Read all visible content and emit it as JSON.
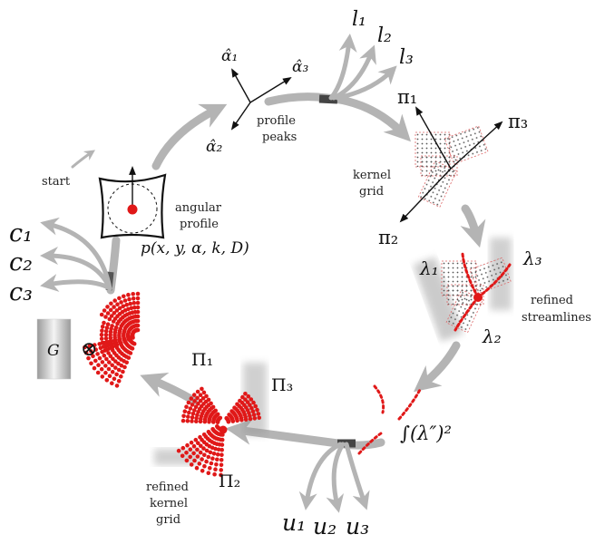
{
  "labels": {
    "start": "start",
    "angular_profile_l1": "angular",
    "angular_profile_l2": "profile",
    "profile_eq": "p(x, y, α, k, D)",
    "profile_peaks_l1": "profile",
    "profile_peaks_l2": "peaks",
    "kernel_grid_l1": "kernel",
    "kernel_grid_l2": "grid",
    "refined_streamlines_l1": "refined",
    "refined_streamlines_l2": "streamlines",
    "integral": "∫(λ″)²",
    "refined_kernel_grid_l1": "refined",
    "refined_kernel_grid_l2": "kernel",
    "refined_kernel_grid_l3": "grid",
    "G": "G",
    "otimes": "⊗"
  },
  "symbols": {
    "alpha1": "α̂₁",
    "alpha2": "α̂₂",
    "alpha3": "α̂₃",
    "l1": "l₁",
    "l2": "l₂",
    "l3": "l₃",
    "pi1": "π₁",
    "pi2": "π₂",
    "pi3": "π₃",
    "lam1": "λ₁",
    "lam2": "λ₂",
    "lam3": "λ₃",
    "Pi1": "Π₁",
    "Pi2": "Π₂",
    "Pi3": "Π₃",
    "c1": "c₁",
    "c2": "c₂",
    "c3": "c₃",
    "u1": "u₁",
    "u2": "u₂",
    "u3": "u₃"
  },
  "colors": {
    "arrow": "#b4b4b4",
    "red": "#e01818",
    "dark": "#111111",
    "grid_dot": "#555555"
  }
}
